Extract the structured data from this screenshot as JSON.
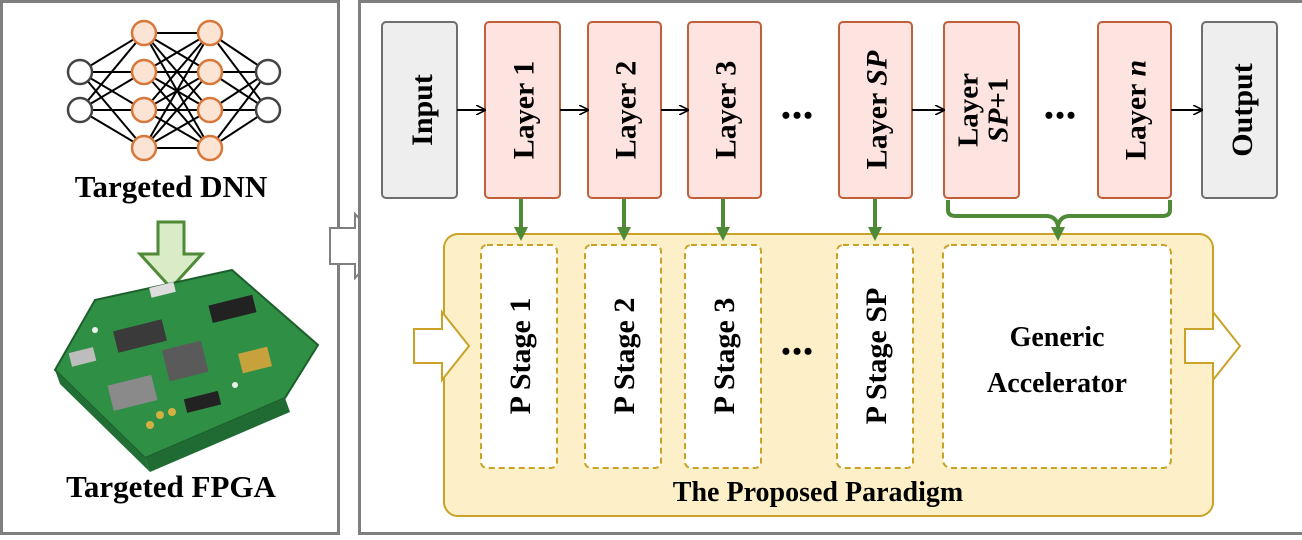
{
  "left_panel": {
    "dnn_label": "Targeted DNN",
    "fpga_label": "Targeted FPGA"
  },
  "pipeline": {
    "input_label": "Input",
    "output_label": "Output",
    "layers": [
      {
        "parts": [
          {
            "t": "Layer 1",
            "i": false
          }
        ]
      },
      {
        "parts": [
          {
            "t": "Layer 2",
            "i": false
          }
        ]
      },
      {
        "parts": [
          {
            "t": "Layer 3",
            "i": false
          }
        ]
      },
      {
        "parts": [
          {
            "t": "Layer ",
            "i": false
          },
          {
            "t": "SP",
            "i": true
          }
        ]
      },
      {
        "line1": "Layer",
        "line2_parts": [
          {
            "t": "SP",
            "i": true
          },
          {
            "t": "+1",
            "i": false
          }
        ]
      },
      {
        "parts": [
          {
            "t": "Layer ",
            "i": false
          },
          {
            "t": "n",
            "i": true
          }
        ]
      }
    ],
    "ellipsis": "•••"
  },
  "paradigm": {
    "title": "The Proposed Paradigm",
    "stages": [
      "P Stage 1",
      "P Stage 2",
      "P Stage 3",
      "P Stage SP"
    ],
    "accelerator_line1": "Generic",
    "accelerator_line2": "Accelerator",
    "ellipsis": "•••"
  },
  "colors": {
    "layer_fill": "#fde4e1",
    "layer_stroke": "#c0603a",
    "io_fill": "#eeeeee",
    "io_stroke": "#6e6e6e",
    "paradigm_fill": "#fdf0c8",
    "paradigm_stroke": "#c9a227",
    "green_arrow": "#4f8a36",
    "neuron_orange": "#d8773a",
    "neuron_fill": "#fbe4d4"
  }
}
